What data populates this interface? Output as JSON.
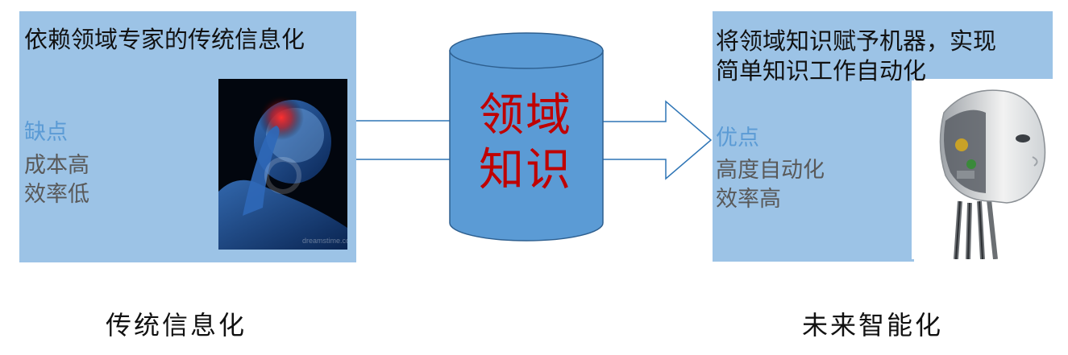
{
  "left_panel": {
    "title": "依赖领域专家的传统信息化",
    "section_label": "缺点",
    "points": [
      "成本高",
      "效率低"
    ],
    "photo_icon": "human-head-pain-illustration",
    "photo_watermark": "dreamstime.com"
  },
  "center": {
    "cylinder_line1": "领域",
    "cylinder_line2": "知识"
  },
  "right_panel": {
    "title_line1": "将领域知识赋予机器，实现",
    "title_line2": "简单知识工作自动化",
    "section_label": "优点",
    "points": [
      "高度自动化",
      "效率高"
    ],
    "photo_icon": "robot-head-illustration"
  },
  "captions": {
    "left": "传统信息化",
    "right": "未来智能化"
  },
  "colors": {
    "panel": "#9cc3e6",
    "cylinder_fill": "#5b9bd5",
    "cylinder_text": "#c00000",
    "advantage_label": "#5b9bd5"
  }
}
